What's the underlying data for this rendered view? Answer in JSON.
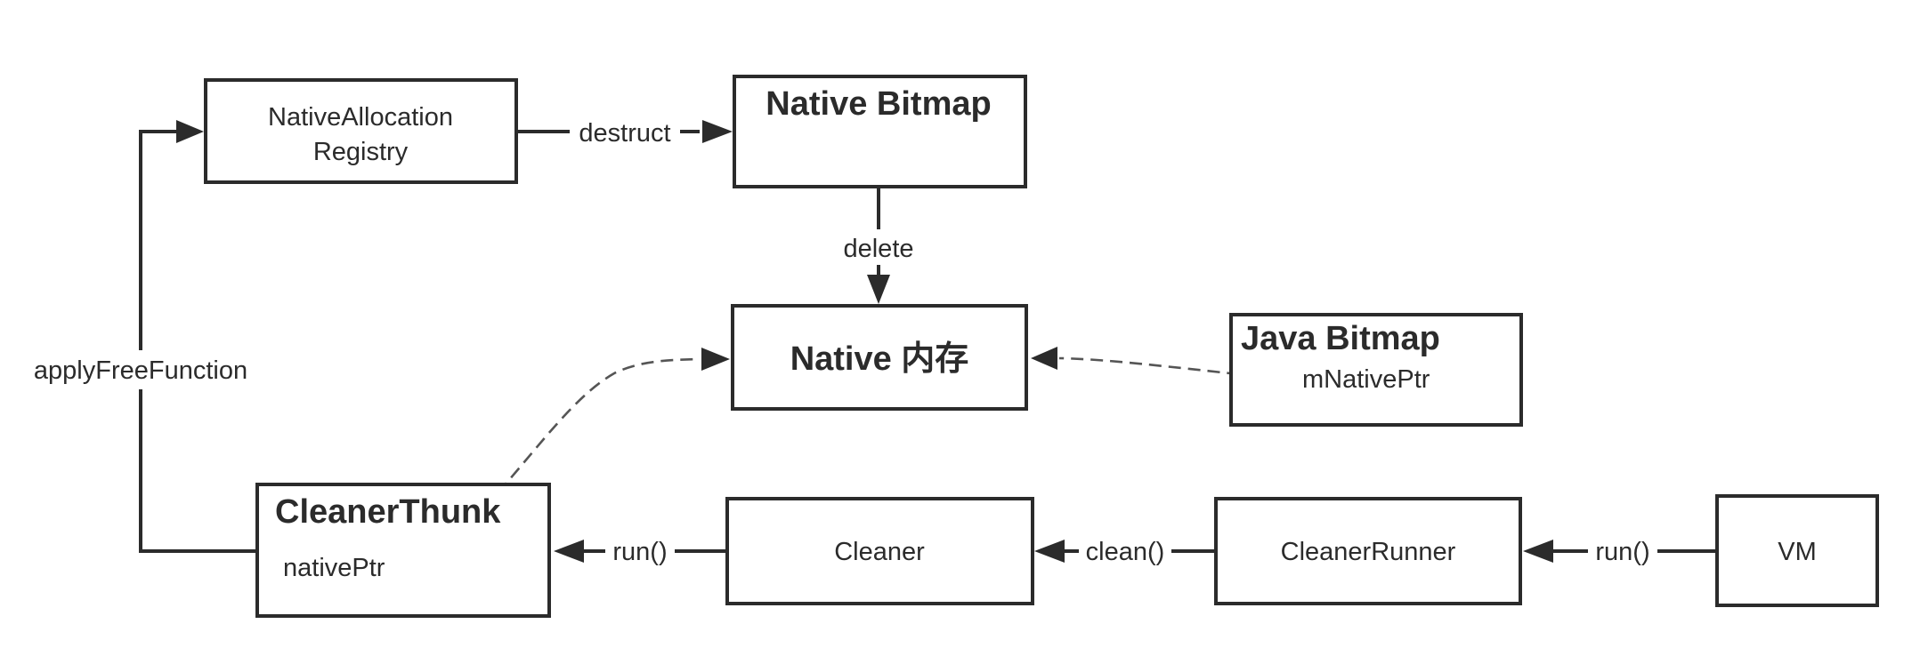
{
  "nodes": {
    "registry": {
      "line1": "NativeAllocation",
      "line2": "Registry"
    },
    "native_bitmap": {
      "title": "Native Bitmap"
    },
    "native_memory": {
      "title": "Native 内存"
    },
    "java_bitmap": {
      "title": "Java Bitmap",
      "field": "mNativePtr"
    },
    "cleaner_thunk": {
      "title": "CleanerThunk",
      "field": "nativePtr"
    },
    "cleaner": {
      "title": "Cleaner"
    },
    "cleaner_runner": {
      "title": "CleanerRunner"
    },
    "vm": {
      "title": "VM"
    }
  },
  "edges": {
    "destruct": "destruct",
    "delete": "delete",
    "apply_free_function": "applyFreeFunction",
    "thunk_run": "run()",
    "clean": "clean()",
    "vm_run": "run()"
  }
}
